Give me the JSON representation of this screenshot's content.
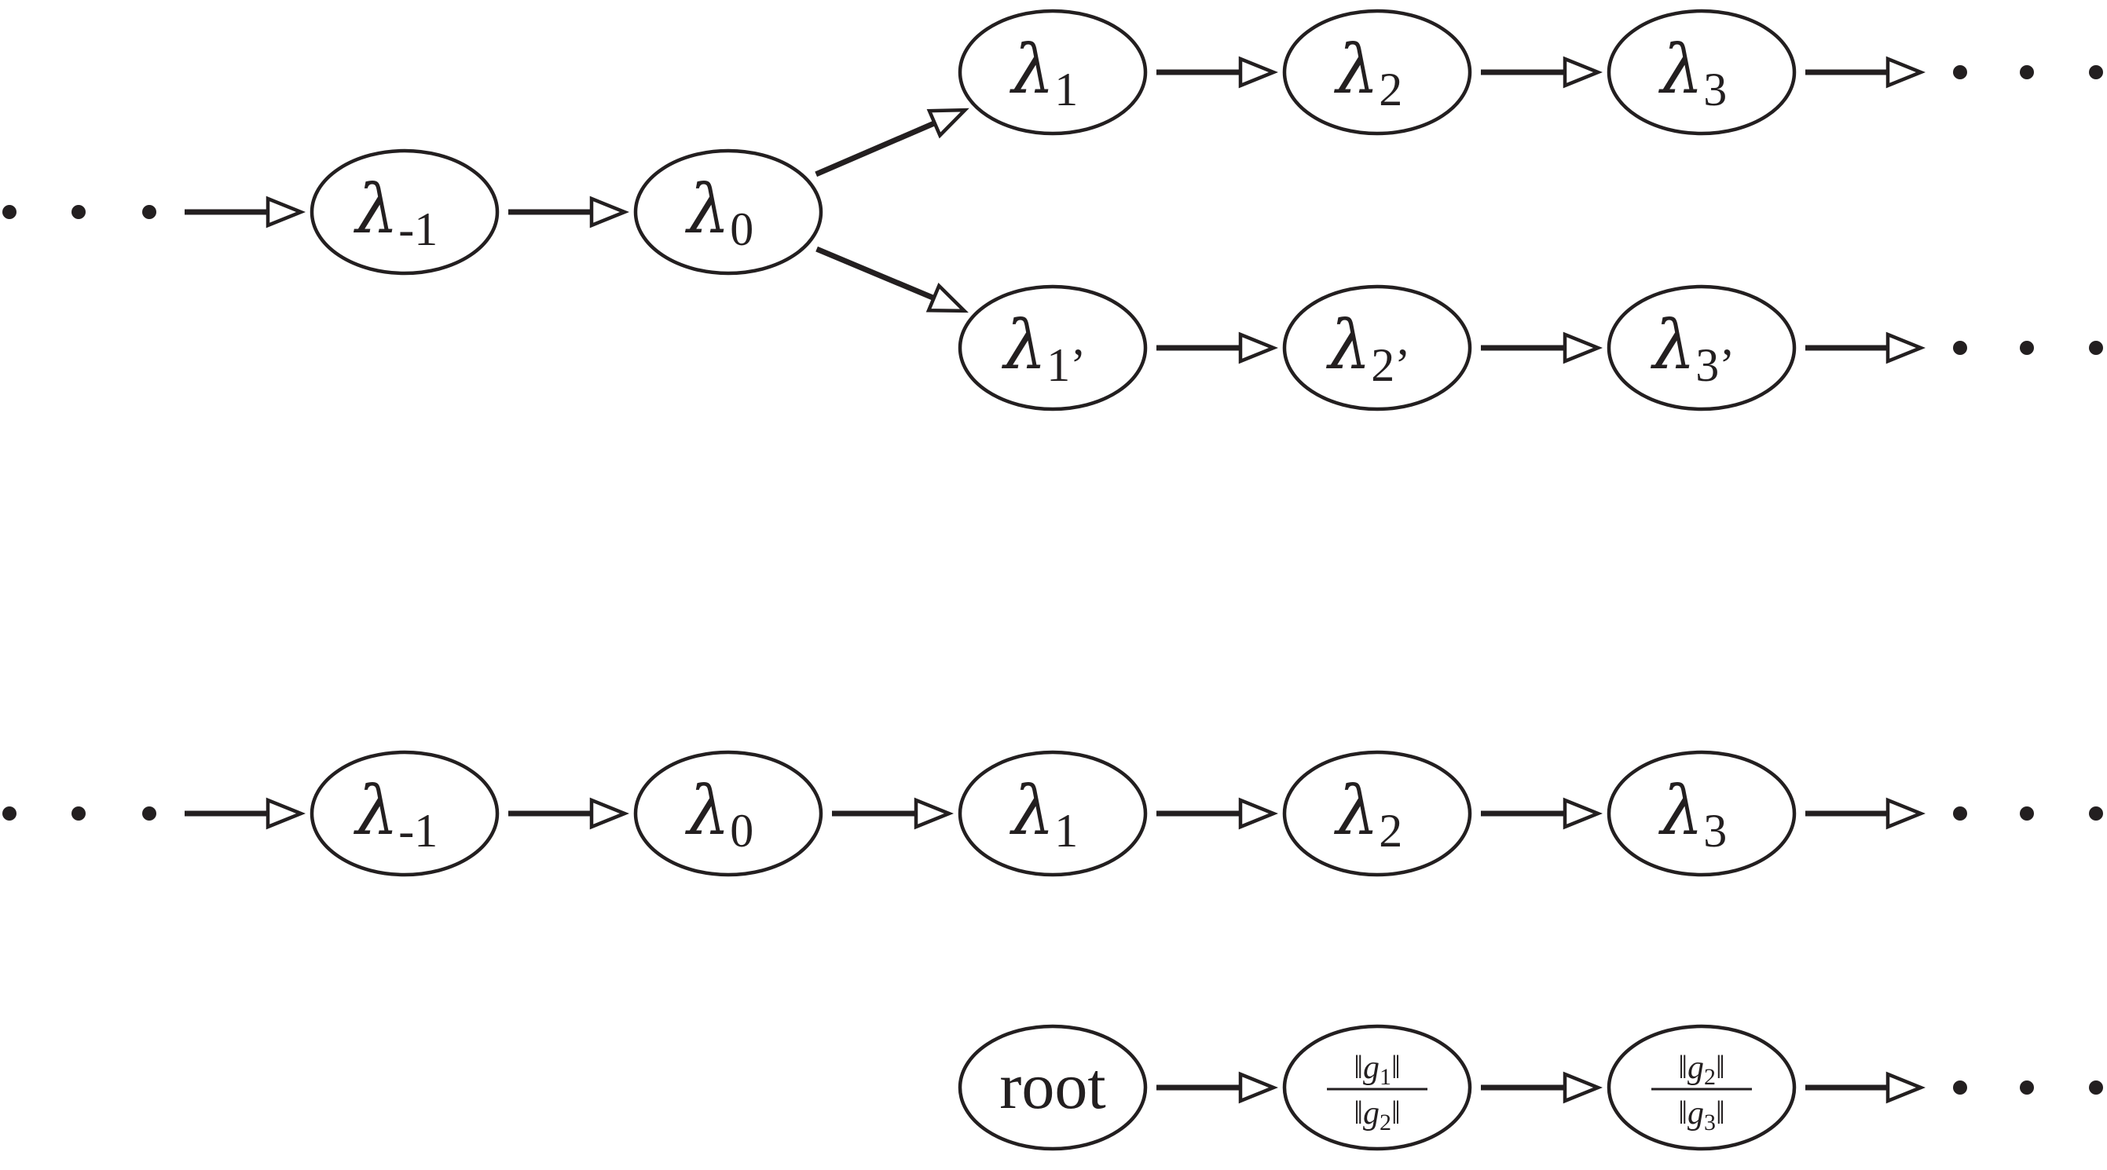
{
  "nodes": [
    {
      "id": "a-m1",
      "kind": "lambda",
      "symbol": "λ",
      "sub": "-1"
    },
    {
      "id": "a-0",
      "kind": "lambda",
      "symbol": "λ",
      "sub": "0"
    },
    {
      "id": "a-1",
      "kind": "lambda",
      "symbol": "λ",
      "sub": "1"
    },
    {
      "id": "a-2",
      "kind": "lambda",
      "symbol": "λ",
      "sub": "2"
    },
    {
      "id": "a-3",
      "kind": "lambda",
      "symbol": "λ",
      "sub": "3"
    },
    {
      "id": "a-1p",
      "kind": "lambda",
      "symbol": "λ",
      "sub": "1’"
    },
    {
      "id": "a-2p",
      "kind": "lambda",
      "symbol": "λ",
      "sub": "2’"
    },
    {
      "id": "a-3p",
      "kind": "lambda",
      "symbol": "λ",
      "sub": "3’"
    },
    {
      "id": "b-m1",
      "kind": "lambda",
      "symbol": "λ",
      "sub": "-1"
    },
    {
      "id": "b-0",
      "kind": "lambda",
      "symbol": "λ",
      "sub": "0"
    },
    {
      "id": "b-1",
      "kind": "lambda",
      "symbol": "λ",
      "sub": "1"
    },
    {
      "id": "b-2",
      "kind": "lambda",
      "symbol": "λ",
      "sub": "2"
    },
    {
      "id": "b-3",
      "kind": "lambda",
      "symbol": "λ",
      "sub": "3"
    },
    {
      "id": "c-root",
      "kind": "plain",
      "label": "root"
    },
    {
      "id": "c-f1",
      "kind": "frac",
      "num": {
        "g": "g",
        "sub": "1"
      },
      "den": {
        "g": "g",
        "sub": "2"
      }
    },
    {
      "id": "c-f2",
      "kind": "frac",
      "num": {
        "g": "g",
        "sub": "2"
      },
      "den": {
        "g": "g",
        "sub": "3"
      }
    }
  ],
  "edges": [
    {
      "from": "a-in",
      "to": "a-m1"
    },
    {
      "from": "a-m1",
      "to": "a-0"
    },
    {
      "from": "a-0",
      "to": "a-1"
    },
    {
      "from": "a-0",
      "to": "a-1p"
    },
    {
      "from": "a-1",
      "to": "a-2"
    },
    {
      "from": "a-2",
      "to": "a-3"
    },
    {
      "from": "a-3",
      "to": "a-out"
    },
    {
      "from": "a-1p",
      "to": "a-2p"
    },
    {
      "from": "a-2p",
      "to": "a-3p"
    },
    {
      "from": "a-3p",
      "to": "a-out2"
    },
    {
      "from": "b-in",
      "to": "b-m1"
    },
    {
      "from": "b-m1",
      "to": "b-0"
    },
    {
      "from": "b-0",
      "to": "b-1"
    },
    {
      "from": "b-1",
      "to": "b-2"
    },
    {
      "from": "b-2",
      "to": "b-3"
    },
    {
      "from": "b-3",
      "to": "b-out"
    },
    {
      "from": "c-root",
      "to": "c-f1"
    },
    {
      "from": "c-f1",
      "to": "c-f2"
    },
    {
      "from": "c-f2",
      "to": "c-out"
    }
  ]
}
